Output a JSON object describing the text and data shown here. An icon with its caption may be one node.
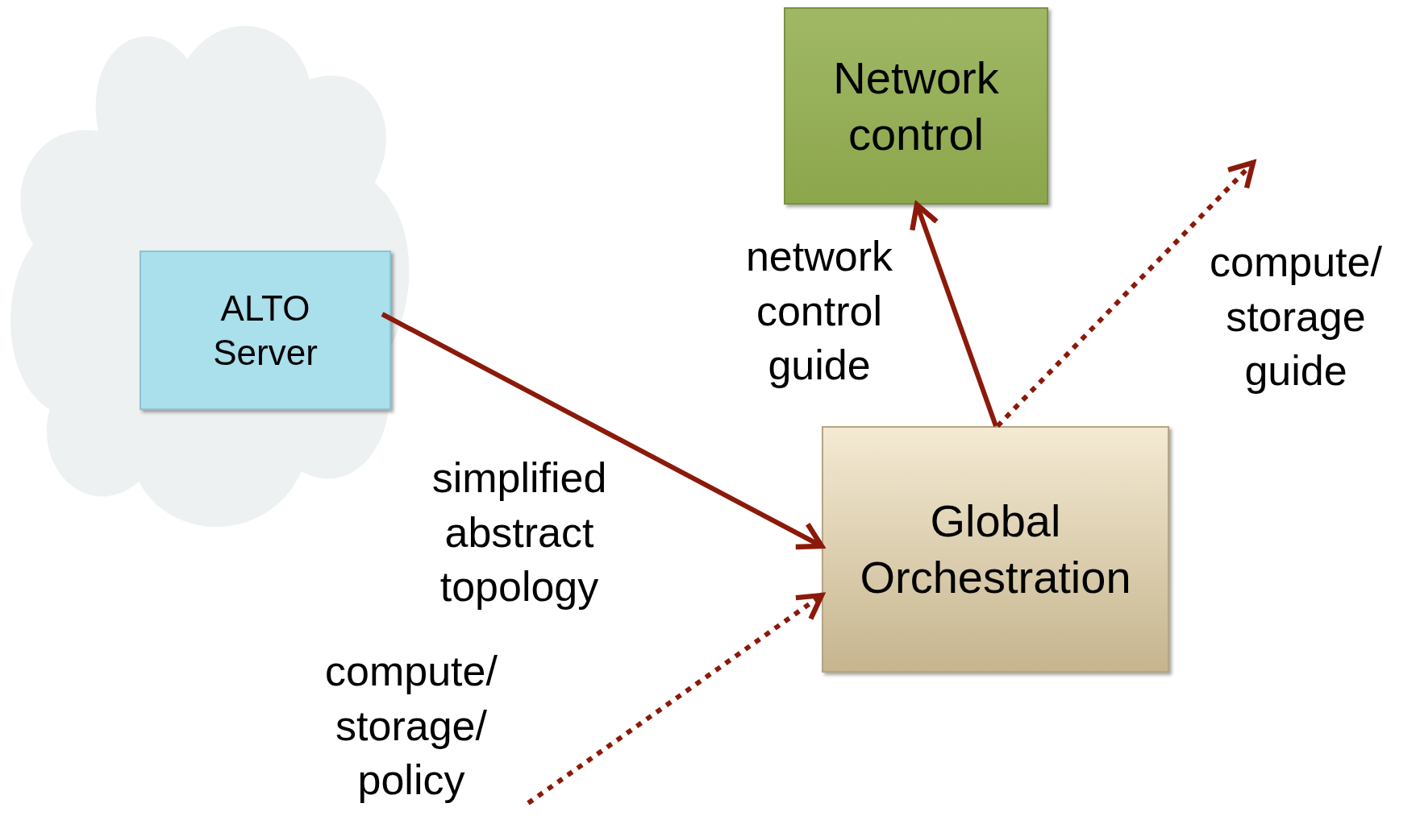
{
  "diagram": {
    "nodes": [
      {
        "text": [],
        "shape": "cloud"
      },
      {
        "text": [
          "ALTO Server"
        ],
        "in": 0
      },
      {
        "text": [
          "Network control"
        ]
      },
      {
        "text": [
          "Global Orchestration"
        ]
      }
    ],
    "edges": [
      {
        "from": 1,
        "to": 3,
        "arrow": "to",
        "label": "simplified abstract topology"
      },
      {
        "from": 3,
        "to": 2,
        "arrow": "to",
        "label": "network control guide"
      },
      {
        "from": 3,
        "to": null,
        "arrow": "to",
        "label": "compute/ storage guide",
        "style": "dashed"
      },
      {
        "from": null,
        "to": 3,
        "arrow": "to",
        "label": "compute/ storage/ policy",
        "style": "dashed"
      }
    ]
  }
}
